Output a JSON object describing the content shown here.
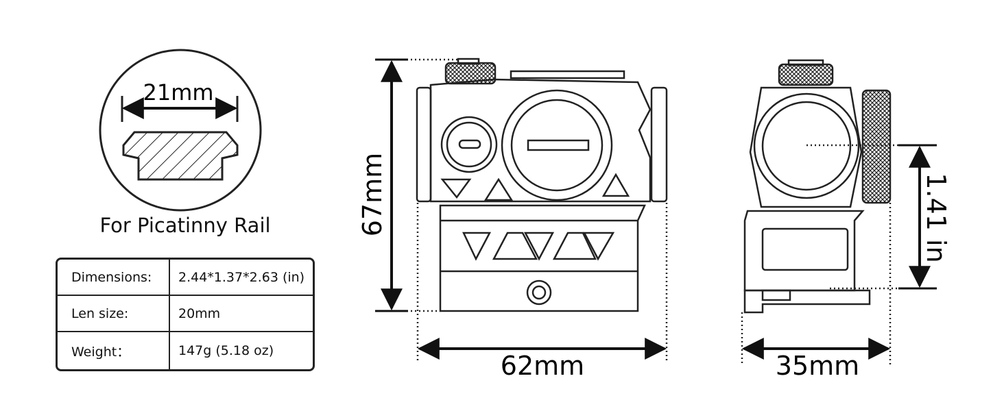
{
  "rail_detail": {
    "width_label": "21mm",
    "caption": "For Picatinny Rail"
  },
  "spec_table": {
    "rows": [
      {
        "key": "Dimensions:",
        "value": "2.44*1.37*2.63 (in)"
      },
      {
        "key": "Len size:",
        "value": "20mm"
      },
      {
        "key": "Weight：",
        "value": "147g (5.18 oz)"
      }
    ]
  },
  "side_view": {
    "height_label": "67mm",
    "width_label": "62mm"
  },
  "front_view": {
    "width_label": "35mm",
    "axis_height_label": "1.41 in"
  }
}
